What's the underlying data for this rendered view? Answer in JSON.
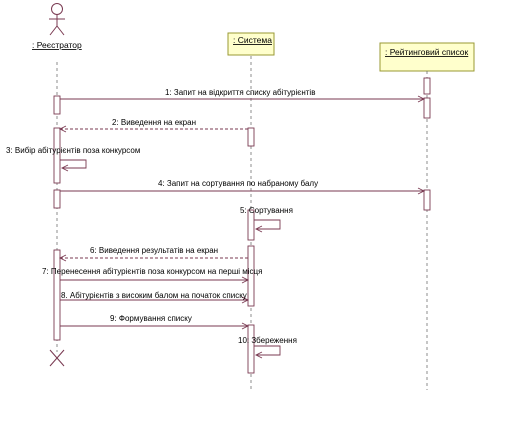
{
  "diagram": {
    "type": "sequence",
    "colors": {
      "line": "#7a3a52",
      "lifeline": "#707070",
      "object_fill": "#ffffcc",
      "object_border": "#999933",
      "text": "#000000"
    },
    "participants": [
      {
        "id": "registrar",
        "name": ": Реєстратор",
        "kind": "actor",
        "icon": "stick-figure-icon"
      },
      {
        "id": "system",
        "name": ": Система",
        "kind": "object"
      },
      {
        "id": "ranking",
        "name": ": Рейтинговий список",
        "kind": "object"
      }
    ],
    "messages": [
      {
        "number": "1",
        "text": "1: Запит на відкриття списку абітурієнтів",
        "from": "registrar",
        "to": "ranking",
        "style": "solid"
      },
      {
        "number": "2",
        "text": "2: Виведення на екран",
        "from": "system",
        "to": "registrar",
        "style": "dashed"
      },
      {
        "number": "3",
        "text": "3: Вибір абітурієнтів поза конкурсом",
        "from": "registrar",
        "to": "registrar",
        "style": "self"
      },
      {
        "number": "4",
        "text": "4: Запит на сортування по набраному балу",
        "from": "registrar",
        "to": "ranking",
        "style": "solid"
      },
      {
        "number": "5",
        "text": "5: Сортування",
        "from": "system",
        "to": "system",
        "style": "self"
      },
      {
        "number": "6",
        "text": "6: Виведення результатів на екран",
        "from": "system",
        "to": "registrar",
        "style": "dashed"
      },
      {
        "number": "7",
        "text": "7: Перенесення абітурієнтів поза конкурсом на перші місця",
        "from": "registrar",
        "to": "system",
        "style": "solid"
      },
      {
        "number": "8",
        "text": "8. Абітурієнтів з високим балом на початок списку",
        "from": "registrar",
        "to": "system",
        "style": "solid"
      },
      {
        "number": "9",
        "text": "9: Формування списку",
        "from": "registrar",
        "to": "system",
        "style": "solid"
      },
      {
        "number": "10",
        "text": "10: Збереження",
        "from": "system",
        "to": "system",
        "style": "self"
      }
    ]
  }
}
